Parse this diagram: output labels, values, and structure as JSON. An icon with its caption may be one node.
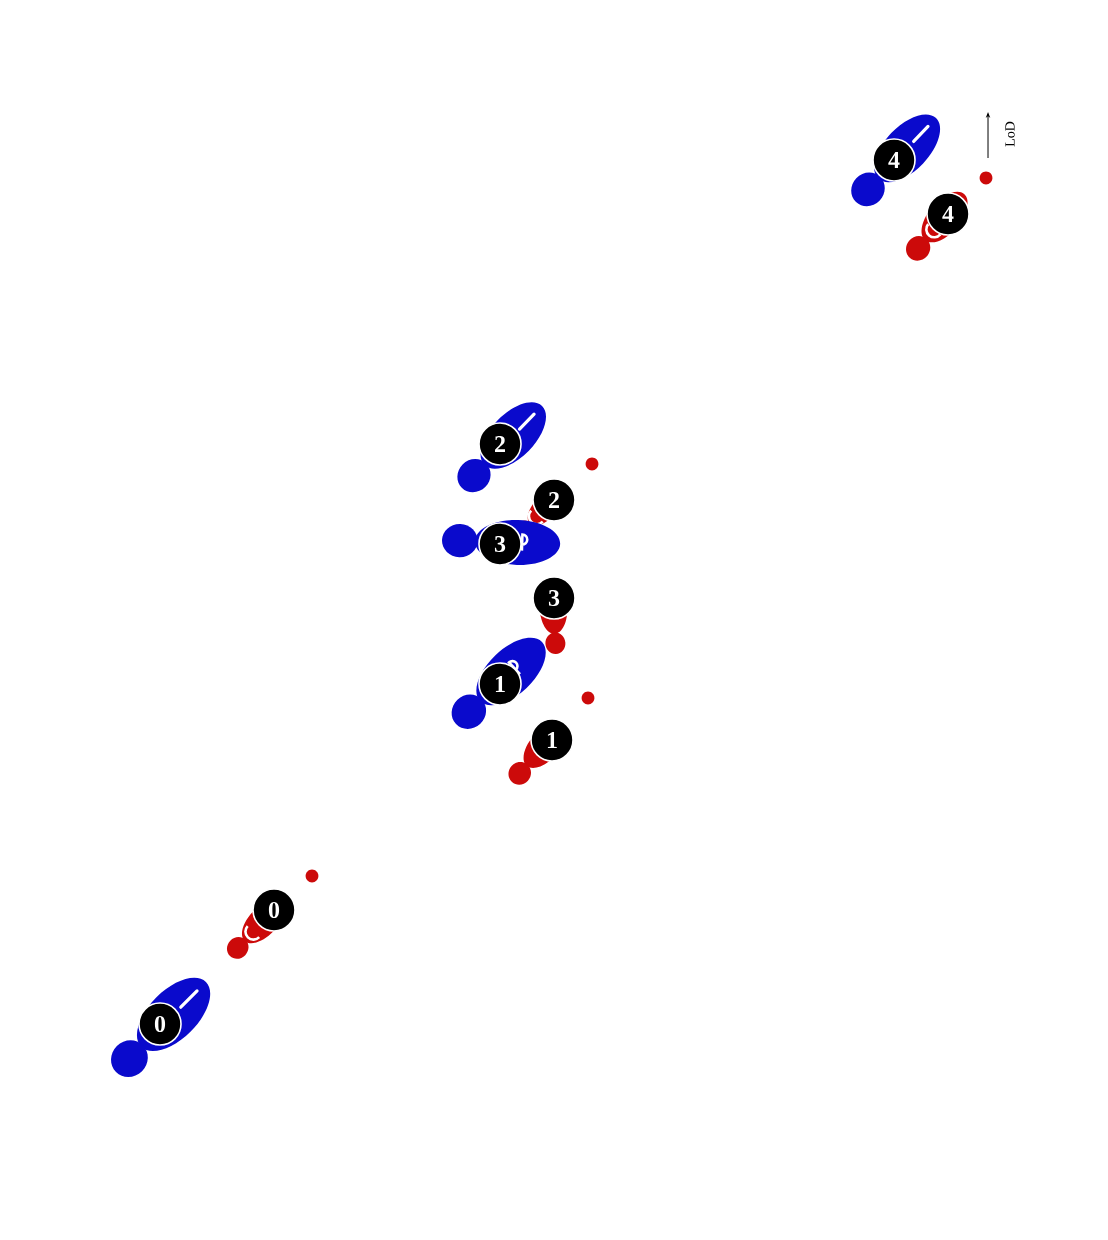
{
  "diagram": {
    "nodes": [
      {
        "text": [
          "4"
        ]
      },
      {
        "text": [
          "4"
        ]
      },
      {
        "text": [
          "2"
        ]
      },
      {
        "text": [
          "2"
        ]
      },
      {
        "text": [
          "3"
        ]
      },
      {
        "text": [
          "3"
        ]
      },
      {
        "text": [
          "1"
        ]
      },
      {
        "text": [
          "1"
        ]
      },
      {
        "text": [
          "0"
        ]
      },
      {
        "text": [
          "0"
        ]
      }
    ],
    "labels": [
      "LoD"
    ]
  }
}
